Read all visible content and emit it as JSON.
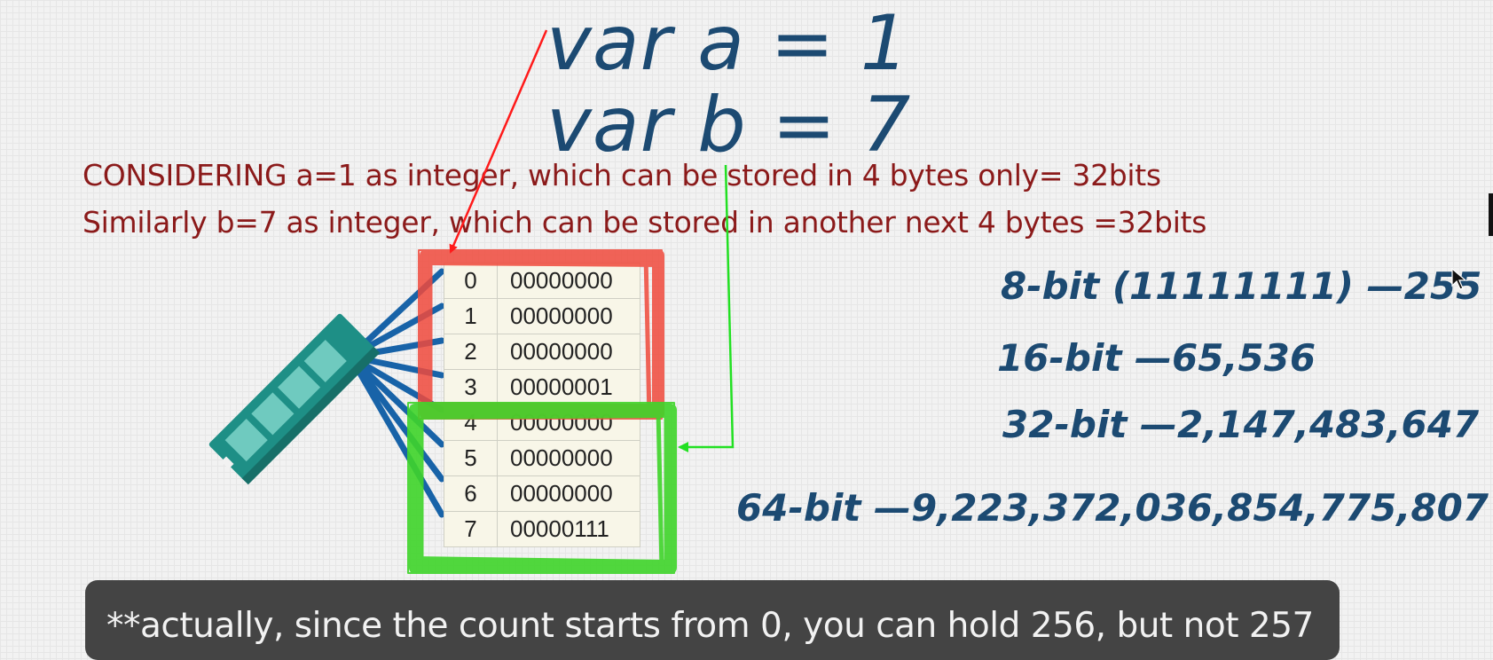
{
  "code": {
    "line_a": "var a = 1",
    "line_b": "var b = 7"
  },
  "notes": {
    "line1": "CONSIDERING a=1 as integer, which can be stored in 4 bytes only= 32bits",
    "line2": "Similarly b=7 as integer, which can be stored in another next 4 bytes =32bits"
  },
  "memory": {
    "rows": [
      {
        "address": "0",
        "value": "00000000"
      },
      {
        "address": "1",
        "value": "00000000"
      },
      {
        "address": "2",
        "value": "00000000"
      },
      {
        "address": "3",
        "value": "00000001"
      },
      {
        "address": "4",
        "value": "00000000"
      },
      {
        "address": "5",
        "value": "00000000"
      },
      {
        "address": "6",
        "value": "00000000"
      },
      {
        "address": "7",
        "value": "00000111"
      }
    ],
    "highlight_a_color": "#f04a3c",
    "highlight_b_color": "#3fd52a"
  },
  "ranges": {
    "r8": "8-bit (11111111) —255",
    "r16": "16-bit  —65,536",
    "r32": "32-bit  —2,147,483,647",
    "r64": "64-bit  —9,223,372,036,854,775,807"
  },
  "caption": {
    "text": "**actually, since the count starts from 0, you can hold 256, but not 257"
  },
  "icons": {
    "ram": "ram-stick-icon",
    "cursor": "mouse-cursor-icon"
  },
  "colors": {
    "code_text": "#1c4a72",
    "note_text": "#8b1a1a",
    "ram": "#1e8f86",
    "wires": "#1863a8",
    "arrow_a": "#ff1a1a",
    "arrow_b": "#22e022"
  }
}
